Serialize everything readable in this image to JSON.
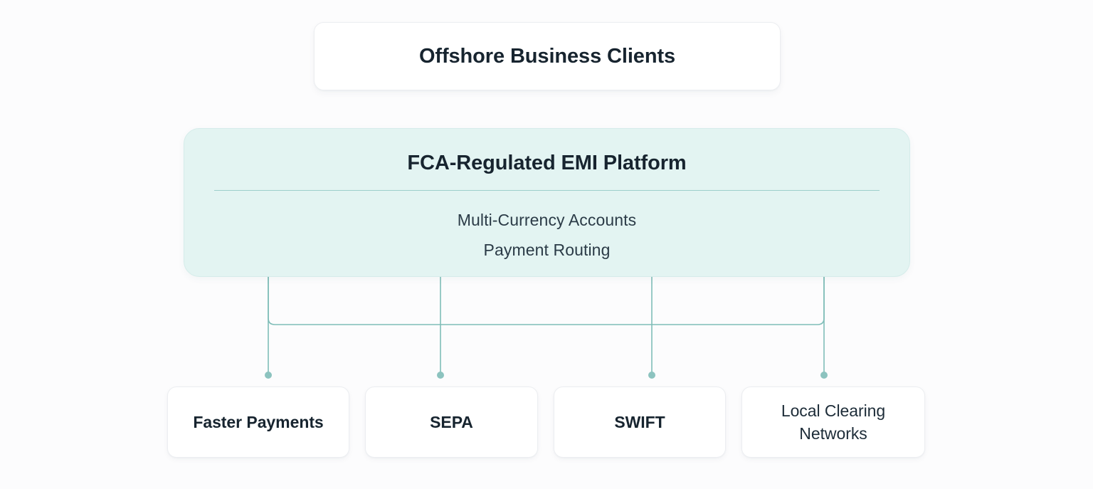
{
  "diagram": {
    "type": "flow-hierarchy",
    "background_color": "#fcfcfd",
    "accent_color": "#7fbdb8",
    "panel_color": "#e3f4f2",
    "text_color": "#17242f",
    "top_node": {
      "label": "Offshore Business Clients"
    },
    "platform_node": {
      "title": "FCA-Regulated EMI Platform",
      "services": [
        "Multi-Currency Accounts",
        "Payment Routing"
      ]
    },
    "network_nodes": [
      {
        "label": "Faster Payments",
        "lines": [
          "Faster Payments"
        ]
      },
      {
        "label": "SEPA",
        "lines": [
          "SEPA"
        ]
      },
      {
        "label": "SWIFT",
        "lines": [
          "SWIFT"
        ]
      },
      {
        "label": "Local Clearing Networks",
        "lines": [
          "Local Clearing",
          "Networks"
        ]
      }
    ],
    "connectors": {
      "style": "bus-with-rounded-ends",
      "line_color": "#7fbdb8",
      "endpoint_dot_color": "#8cc3bf",
      "count": 4
    }
  }
}
